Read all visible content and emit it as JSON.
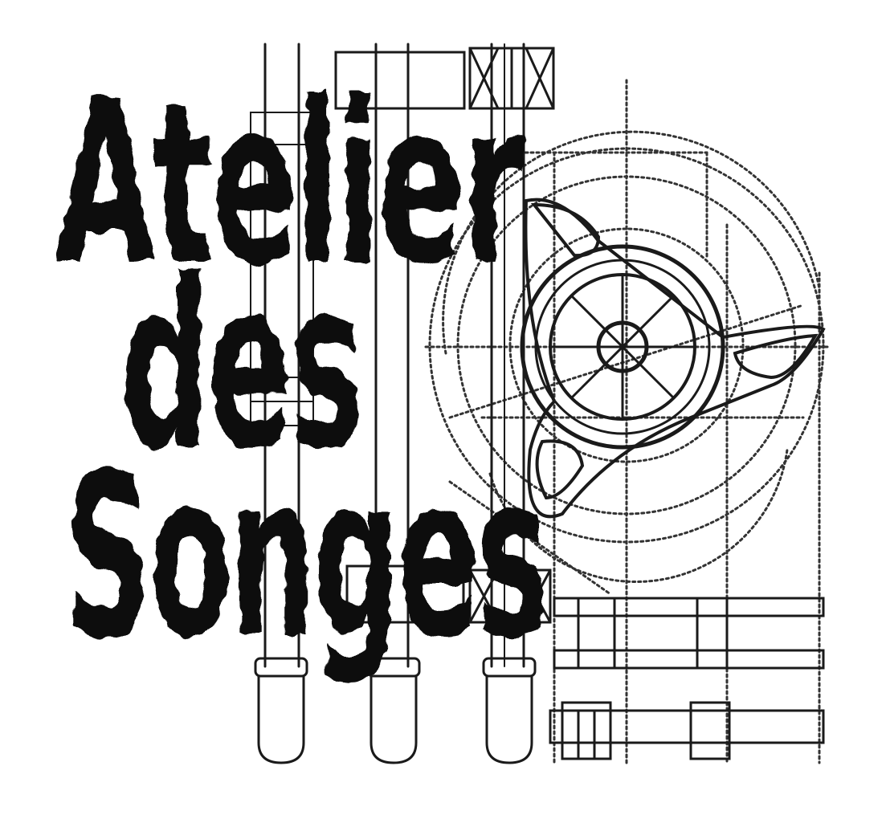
{
  "logo": {
    "line1": "Atelier",
    "line2": "des",
    "line3": "Songes",
    "ink_color": "#0d0d0d",
    "paper_color": "#ffffff"
  },
  "artwork": {
    "background_icon": "mechanical-blueprint-icon",
    "gear_icon": "gear-wheel-icon",
    "rod_icon": "piston-rod-icon"
  }
}
